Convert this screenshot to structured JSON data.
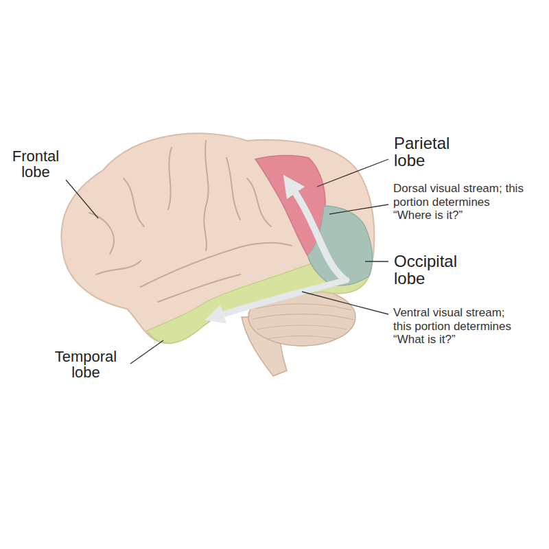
{
  "diagram": {
    "labels": [
      "Frontal lobe",
      "Parietal lobe",
      "Dorsal visual stream; this portion determines “Where is it?”",
      "Occipital lobe",
      "Ventral visual stream; this portion determines “What is it?”",
      "Temporal lobe"
    ]
  }
}
